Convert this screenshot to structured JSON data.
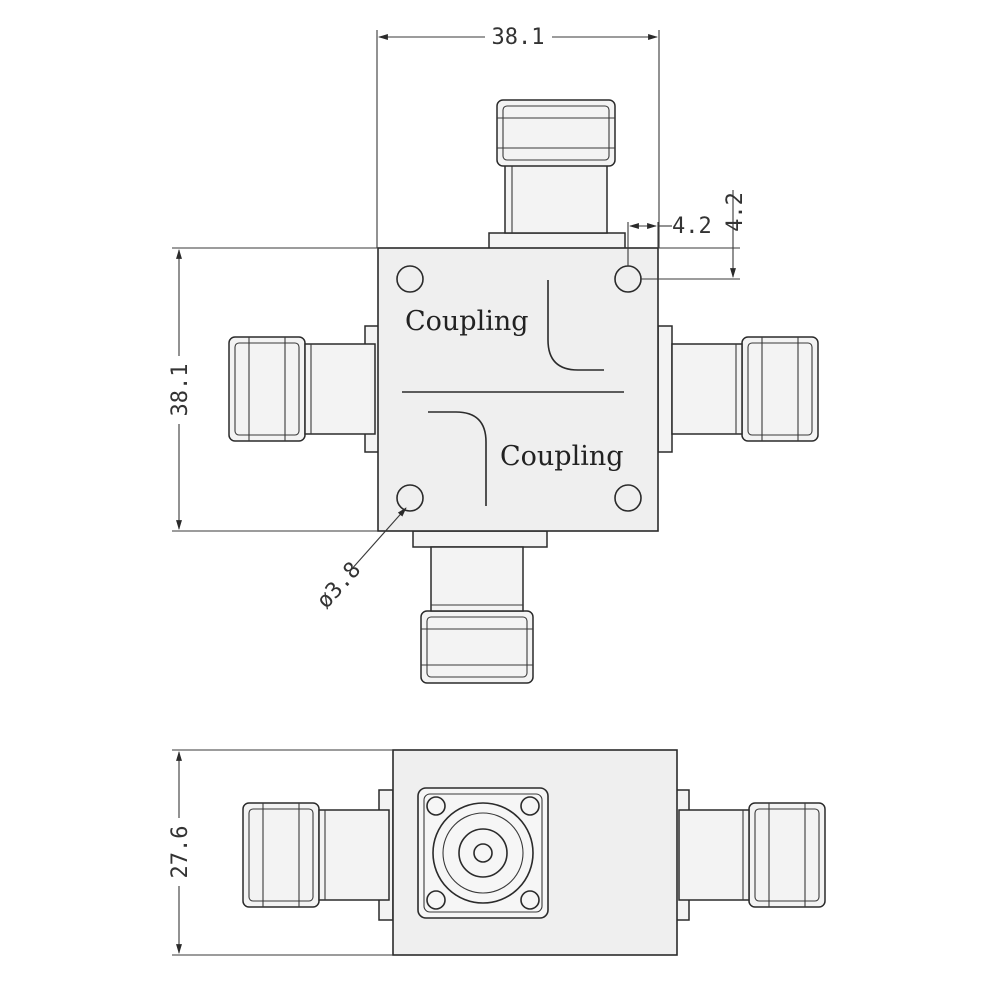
{
  "drawing": {
    "top_view": {
      "coupling_labels": [
        "Coupling",
        "Coupling"
      ],
      "dimensions": {
        "width": "38.1",
        "height": "38.1",
        "hole_offset_x": "4.2",
        "hole_offset_y": "4.2",
        "hole_diameter": "ø3.8"
      }
    },
    "side_view": {
      "dimensions": {
        "height": "27.6"
      }
    }
  }
}
